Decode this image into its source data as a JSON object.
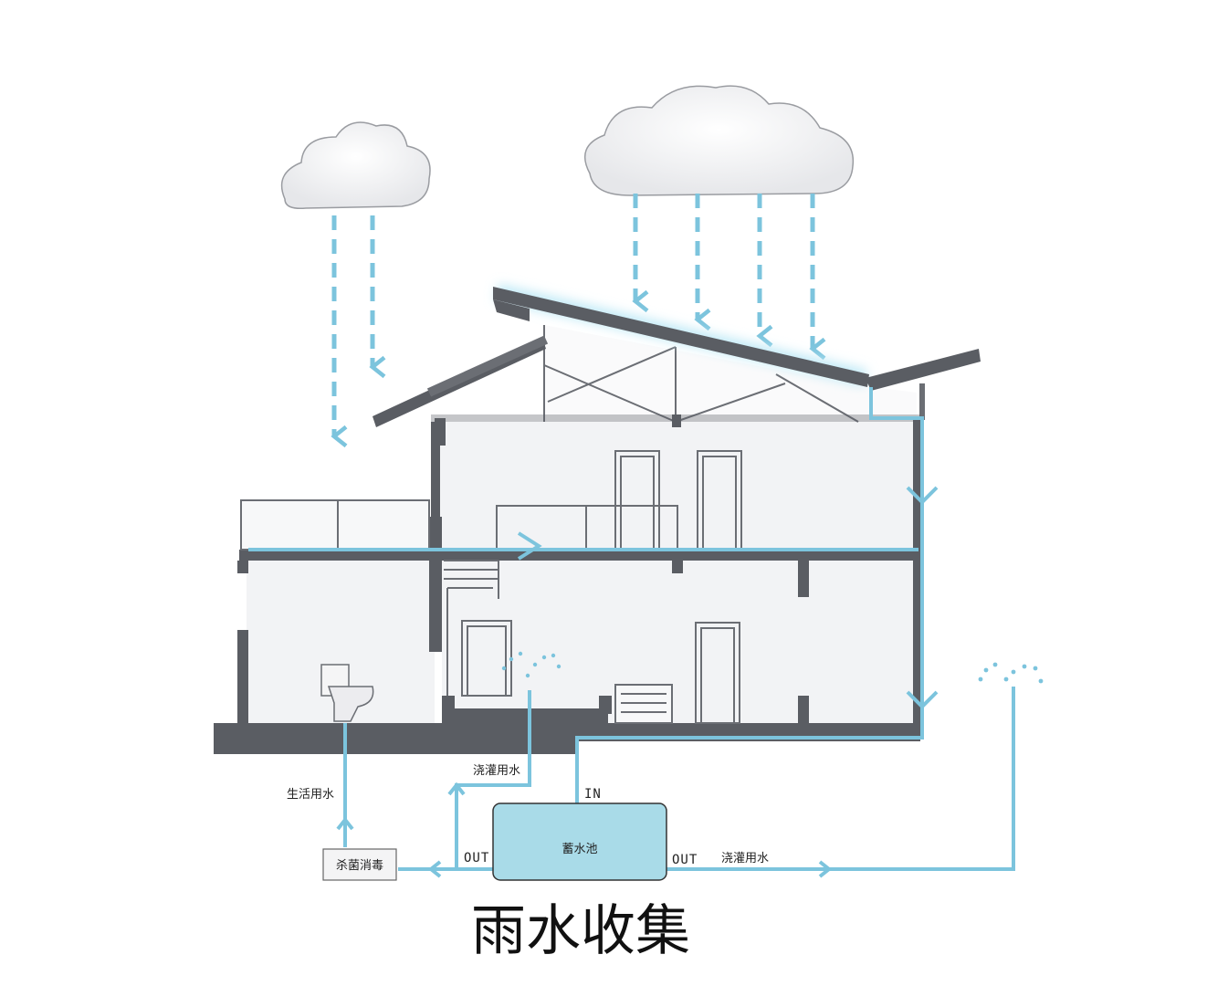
{
  "title": "雨水收集",
  "tank": {
    "label": "蓄水池",
    "in_label": "IN",
    "out_left_label": "OUT",
    "out_right_label": "OUT"
  },
  "disinfection": {
    "label": "杀菌消毒"
  },
  "labels": {
    "domestic_water": "生活用水",
    "irrigation_left": "浇灌用水",
    "irrigation_right": "浇灌用水"
  },
  "colors": {
    "water": "#7cc4dd",
    "tank_fill": "#a9dbe8",
    "wall": "#5a5d63",
    "room": "#f2f3f5"
  }
}
